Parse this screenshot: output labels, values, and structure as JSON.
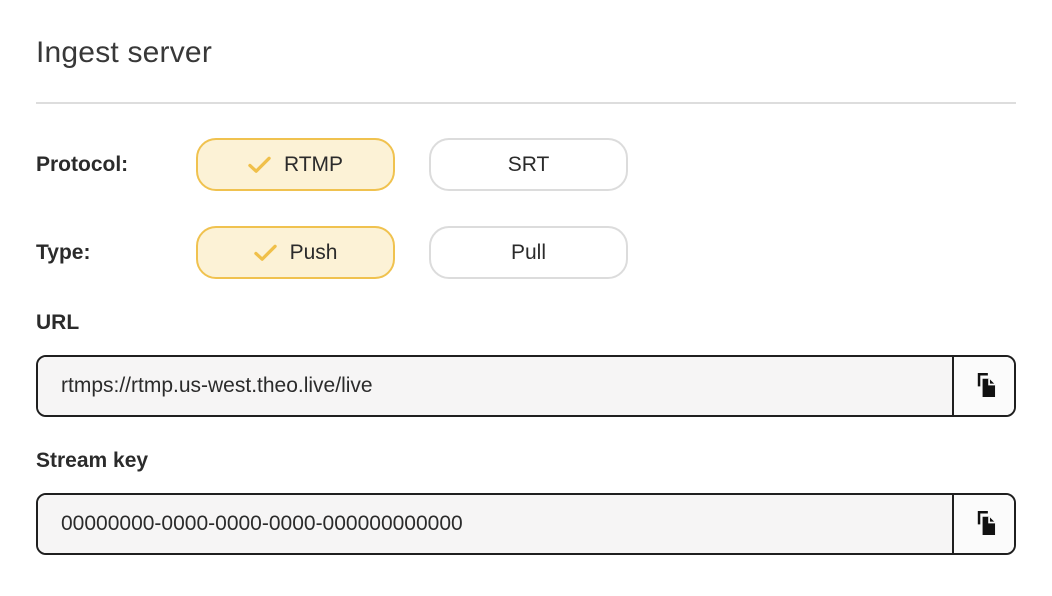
{
  "title": "Ingest server",
  "toggles": [
    {
      "label": "Protocol:",
      "options": [
        {
          "label": "RTMP",
          "selected": true
        },
        {
          "label": "SRT",
          "selected": false
        }
      ]
    },
    {
      "label": "Type:",
      "options": [
        {
          "label": "Push",
          "selected": true
        },
        {
          "label": "Pull",
          "selected": false
        }
      ]
    }
  ],
  "fields": [
    {
      "label": "URL",
      "value": "rtmps://rtmp.us-west.theo.live/live"
    },
    {
      "label": "Stream key",
      "value": "00000000-0000-0000-0000-000000000000"
    }
  ],
  "icons": {
    "selected_check": "check-icon",
    "copy": "copy-icon"
  },
  "colors": {
    "selected_bg": "#FCF2D6",
    "selected_border": "#F0C24F",
    "check": "#F0C04A",
    "unselected_border": "#DCDCDC",
    "field_border": "#1F1F1F",
    "field_bg": "#F6F5F5",
    "text": "#2B2B2B",
    "divider": "#DDDDDD"
  }
}
